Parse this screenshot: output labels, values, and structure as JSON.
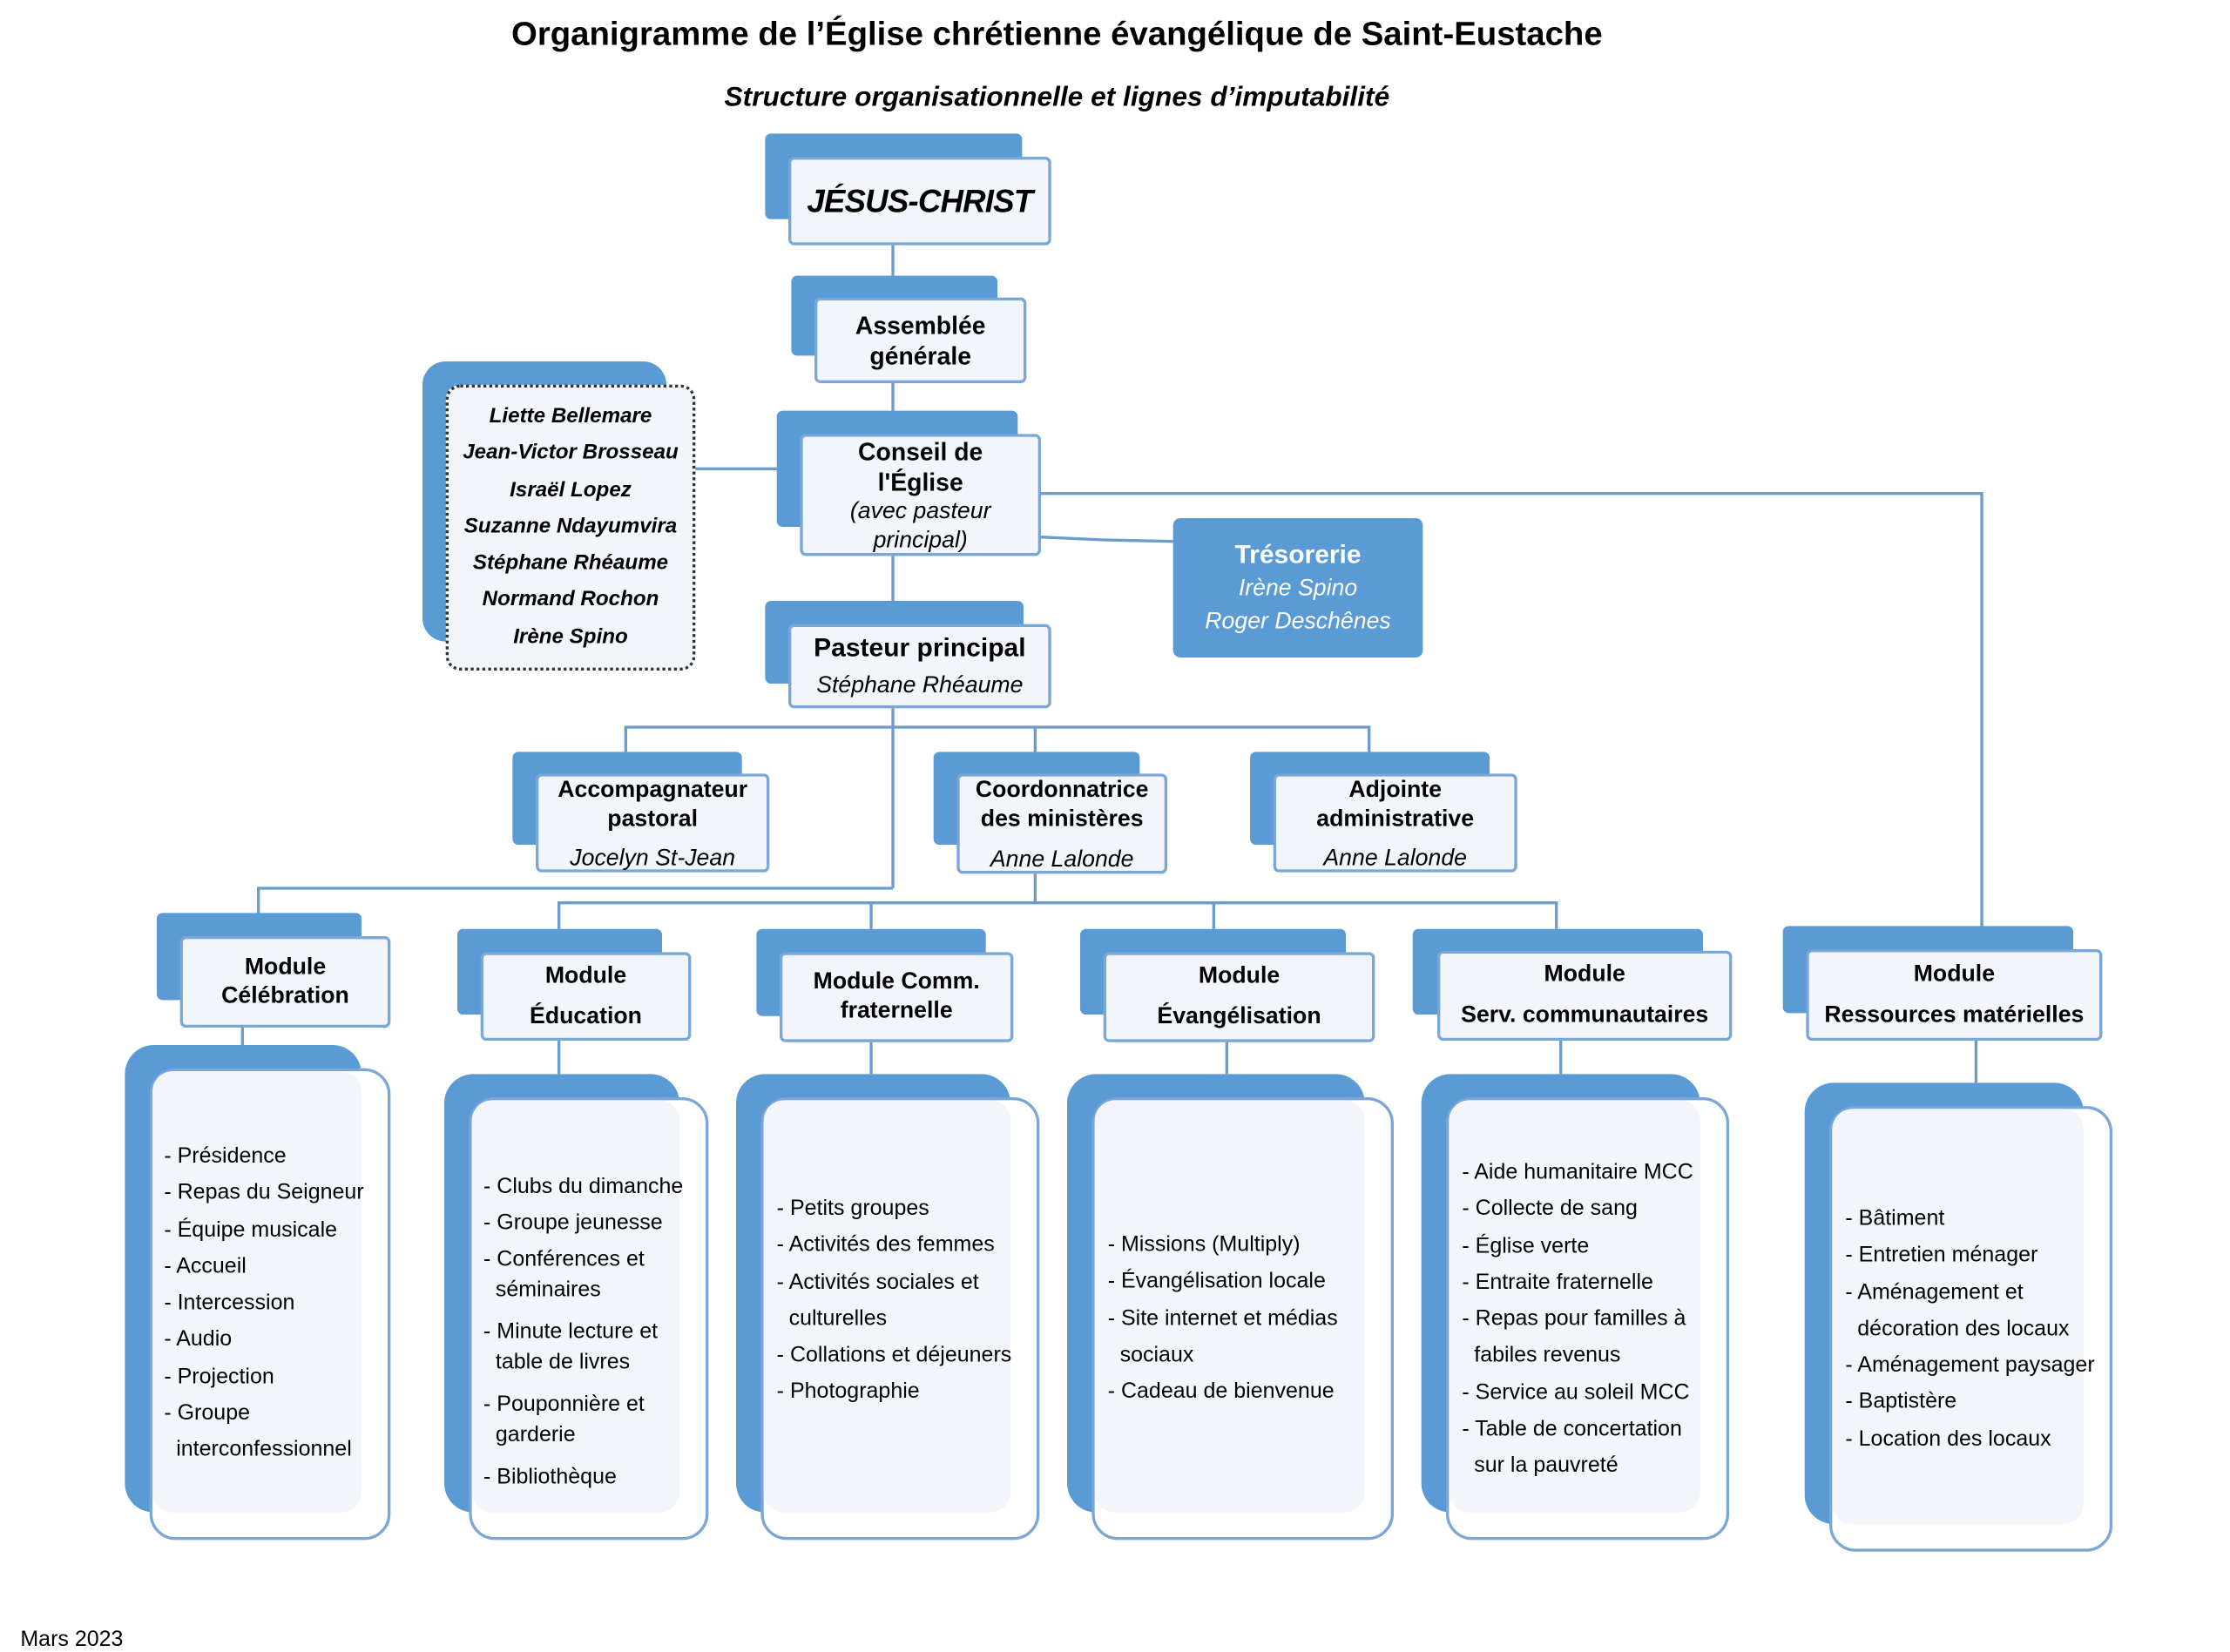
{
  "title": "Organigramme de l’Église chrétienne évangélique de Saint-Eustache",
  "subtitle": "Structure organisationnelle et lignes d’imputabilité",
  "footer": "Mars 2023",
  "colors": {
    "accent": "#5b9bd5",
    "frame_border": "#7ba7d6",
    "frame_fill": "#f2f6fb",
    "line": "#6a9ccd"
  },
  "jesus": "JÉSUS-CHRIST",
  "assemblee": {
    "line1": "Assemblée",
    "line2": "générale"
  },
  "conseil": {
    "line1": "Conseil de",
    "line2": "l'Église",
    "line3": "(avec pasteur",
    "line4": "principal)",
    "members": [
      "Liette Bellemare",
      "Jean-Victor Brosseau",
      "Israël Lopez",
      "Suzanne Ndayumvira",
      "Stéphane Rhéaume",
      "Normand Rochon",
      "Irène Spino"
    ]
  },
  "tresorerie": {
    "title": "Trésorerie",
    "names": [
      "Irène Spino",
      "Roger Deschênes"
    ]
  },
  "pasteur": {
    "title": "Pasteur principal",
    "name": "Stéphane Rhéaume"
  },
  "accompagnateur": {
    "line1": "Accompagnateur",
    "line2": "pastoral",
    "name": "Jocelyn St-Jean"
  },
  "coordonnatrice": {
    "line1": "Coordonnatrice",
    "line2": "des ministères",
    "name": "Anne Lalonde"
  },
  "adjointe": {
    "line1": "Adjointe",
    "line2": "administrative",
    "name": "Anne Lalonde"
  },
  "modules": [
    {
      "line1": "Module",
      "line2": "Célébration",
      "items": [
        "- Présidence",
        "- Repas du Seigneur",
        "- Équipe musicale",
        "- Accueil",
        "- Intercession",
        "- Audio",
        "- Projection",
        "- Groupe",
        "  interconfessionnel"
      ]
    },
    {
      "line1": "Module",
      "line2": "Éducation",
      "items": [
        "- Clubs du dimanche",
        "- Groupe jeunesse",
        "- Conférences et",
        "  séminaires",
        "- Minute lecture et",
        "  table de livres",
        "- Pouponnière et",
        "  garderie",
        "- Bibliothèque"
      ]
    },
    {
      "line1": "Module Comm.",
      "line2": "fraternelle",
      "items": [
        "- Petits groupes",
        "- Activités des femmes",
        "- Activités sociales et",
        "  culturelles",
        "- Collations et déjeuners",
        "- Photographie"
      ]
    },
    {
      "line1": "Module",
      "line2": "Évangélisation",
      "items": [
        "- Missions (Multiply)",
        "- Évangélisation locale",
        "- Site internet et médias",
        "  sociaux",
        "- Cadeau de bienvenue"
      ]
    },
    {
      "line1": "Module",
      "line2": "Serv. communautaires",
      "items": [
        "- Aide humanitaire MCC",
        "- Collecte de sang",
        "- Église verte",
        "- Entraite fraternelle",
        "- Repas pour familles à",
        "  fabiles revenus",
        "- Service au soleil MCC",
        "- Table de concertation",
        "  sur la pauvreté"
      ]
    },
    {
      "line1": "Module",
      "line2": "Ressources matérielles",
      "items": [
        "- Bâtiment",
        "- Entretien ménager",
        "- Aménagement et",
        "  décoration des locaux",
        "- Aménagement paysager",
        "- Baptistère",
        "- Location des locaux"
      ]
    }
  ]
}
